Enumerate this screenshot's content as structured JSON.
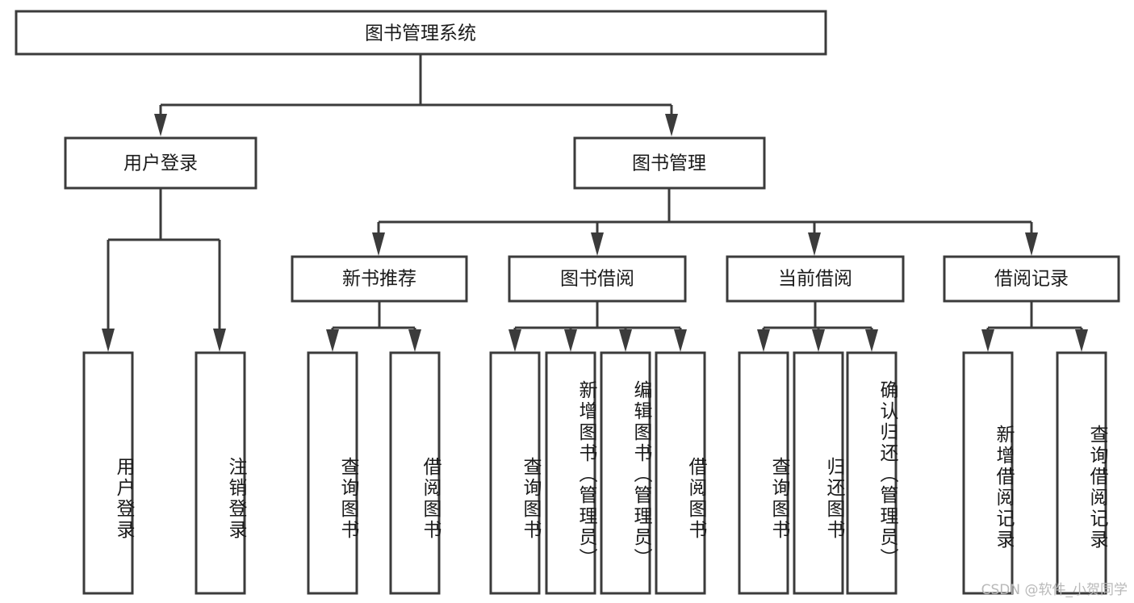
{
  "diagram": {
    "type": "tree-hierarchy",
    "title": "图书管理系统",
    "colors": {
      "box_stroke": "#3b3b3b",
      "box_fill": "#ffffff",
      "text": "#1a1a1a",
      "background": "#ffffff",
      "watermark": "#b9b9b9"
    },
    "root": {
      "label": "图书管理系统"
    },
    "level2": [
      {
        "label": "用户登录"
      },
      {
        "label": "图书管理"
      }
    ],
    "level3": [
      {
        "label": "新书推荐"
      },
      {
        "label": "图书借阅"
      },
      {
        "label": "当前借阅"
      },
      {
        "label": "借阅记录"
      }
    ],
    "leaves": {
      "user_login": [
        {
          "label": "用户登录"
        },
        {
          "label": "注销登录"
        }
      ],
      "new_book_recommend": [
        {
          "label": "查询图书"
        },
        {
          "label": "借阅图书"
        }
      ],
      "book_borrow": [
        {
          "label": "查询图书"
        },
        {
          "label": "新增图书（管理员）"
        },
        {
          "label": "编辑图书（管理员）"
        },
        {
          "label": "借阅图书"
        }
      ],
      "current_borrow": [
        {
          "label": "查询图书"
        },
        {
          "label": "归还图书"
        },
        {
          "label": "确认归还（管理员）"
        }
      ],
      "borrow_record": [
        {
          "label": "新增借阅记录"
        },
        {
          "label": "查询借阅记录"
        }
      ]
    }
  },
  "watermark": {
    "text": "CSDN @软件_小贺同学"
  }
}
